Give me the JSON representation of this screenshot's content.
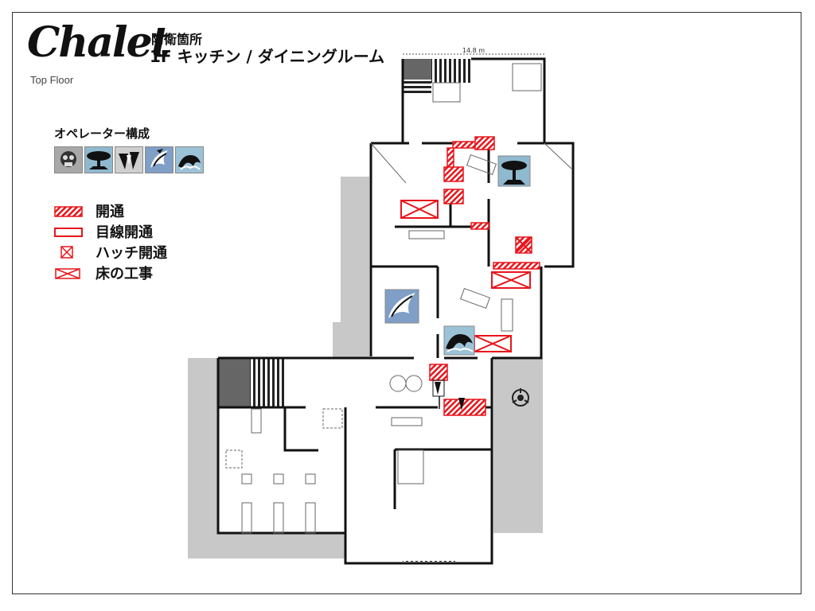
{
  "header": {
    "logo": "Chalet",
    "subtitle": "Top Floor",
    "label": "防衛箇所",
    "title": "1F キッチン / ダイニングルーム"
  },
  "scale_label": "14.8 m",
  "operators": {
    "title": "オペレーター構成",
    "icons": [
      "smoke-operator-icon",
      "goyo-operator-icon",
      "kaid-operator-icon",
      "wamai-operator-icon",
      "tachanka-operator-icon"
    ]
  },
  "legend": {
    "items": [
      {
        "label": "開通",
        "swatch": "hatched-red"
      },
      {
        "label": "目線開通",
        "swatch": "outline-red"
      },
      {
        "label": "ハッチ開通",
        "swatch": "hatch-box"
      },
      {
        "label": "床の工事",
        "swatch": "floor-cross"
      }
    ]
  },
  "colors": {
    "wall": "#111111",
    "outside_gray": "#c8c8c8",
    "stairs_dark": "#555555",
    "reinforce_red": "#e8151b"
  }
}
